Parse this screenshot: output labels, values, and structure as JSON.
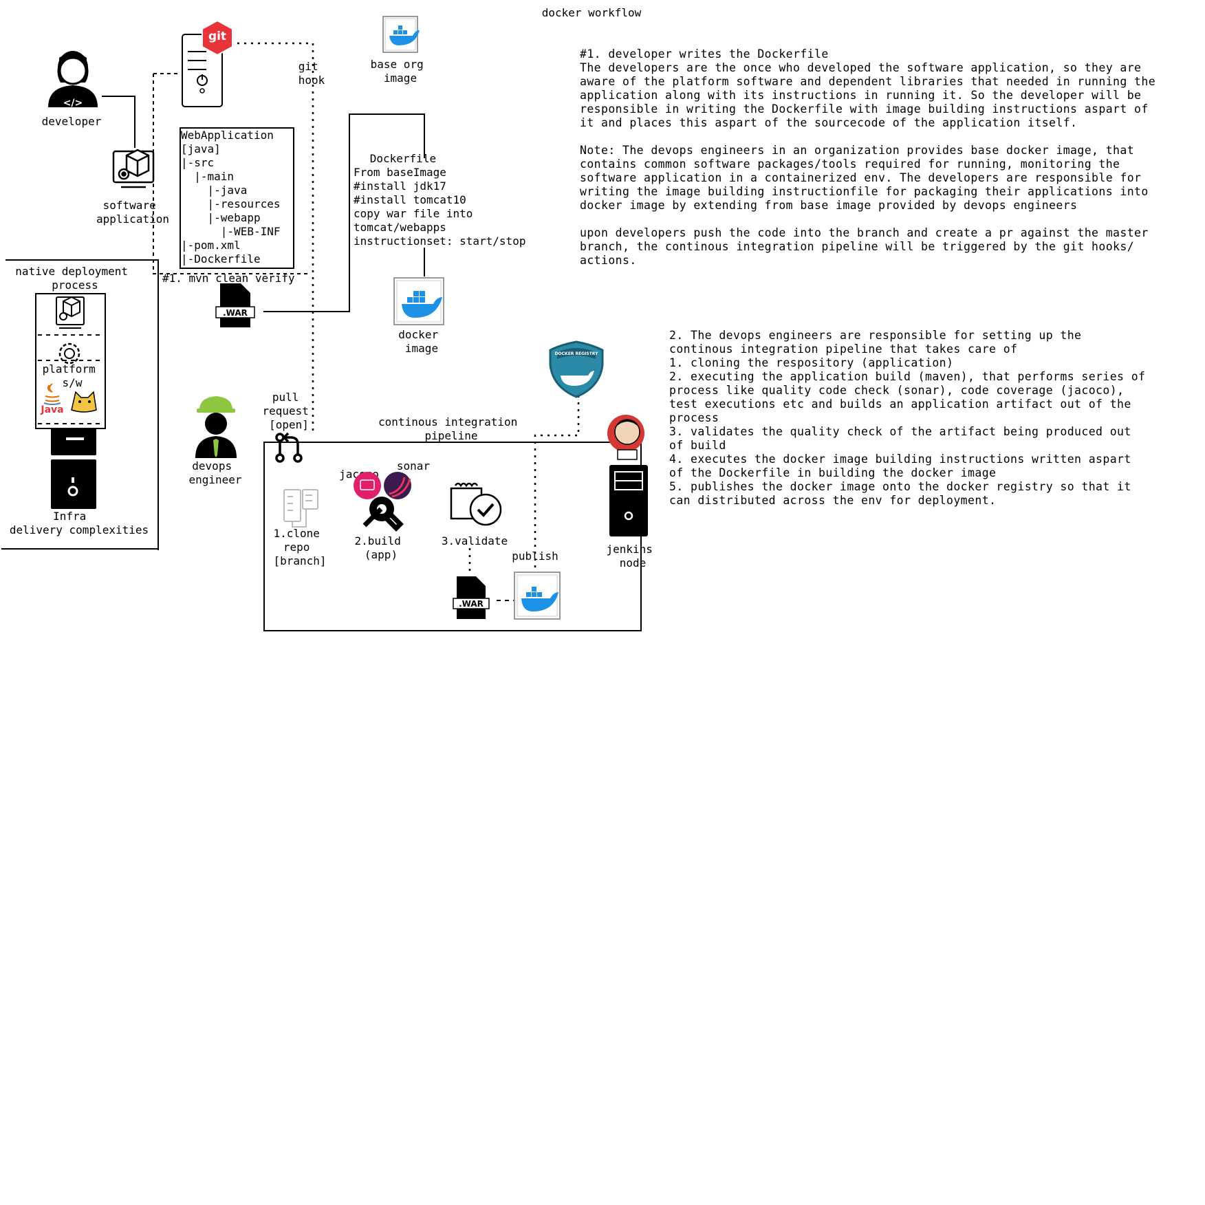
{
  "title": "docker workflow",
  "labels": {
    "developer": "developer",
    "software_application": [
      "software",
      "application"
    ],
    "git_hook": [
      "git",
      "hook"
    ],
    "base_org_image": [
      "base org",
      "image"
    ],
    "docker_image": [
      "docker",
      "image"
    ],
    "mvn_step": "#1. mvn clean verify",
    "native_deployment": [
      "native deployment",
      "process"
    ],
    "platform_sw": [
      "platform",
      "s/w"
    ],
    "infra": [
      "Infra",
      "delivery complexities"
    ],
    "devops_engineer": [
      "devops",
      "engineer"
    ],
    "pull_request": [
      "pull",
      "request",
      "[open]"
    ],
    "ci_pipeline": [
      "continous integration",
      "pipeline"
    ],
    "jacoco": "jacoco",
    "sonar": "sonar",
    "step_clone": [
      "1.clone",
      "repo",
      "[branch]"
    ],
    "step_build": [
      "2.build",
      "(app)"
    ],
    "step_validate": "3.validate",
    "publish": "publish",
    "jenkins_node": [
      "jenkins",
      "node"
    ],
    "war": ".WAR",
    "git_logo": "git",
    "java_logo": "Java",
    "docker_registry_logo": "DOCKER REGISTRY"
  },
  "project_tree": [
    "WebApplication",
    "[java]",
    "|-src",
    "  |-main",
    "    |-java",
    "    |-resources",
    "    |-webapp",
    "      |-WEB-INF",
    "|-pom.xml",
    "|-Dockerfile"
  ],
  "dockerfile": [
    "Dockerfile",
    "From baseImage",
    "#install jdk17",
    "#install tomcat10",
    "copy war file into",
    "tomcat/webapps",
    "instructionset: start/stop"
  ],
  "note1": [
    "#1. developer writes the Dockerfile",
    "The developers are the once who developed the software application, so they are",
    "aware of the platform software and dependent libraries that needed in running the",
    "application along with its instructions in running it. So the developer will be",
    "responsible in writing the Dockerfile with image building instructions aspart of",
    "it and places this aspart of the sourcecode of the application itself.",
    "",
    "Note: The devops engineers in an organization provides base docker image, that",
    "contains common software packages/tools required for running, monitoring the",
    "software application in a containerized env. The developers are responsible for",
    "writing the image building instructionfile for packaging their applications into",
    "docker image by extending from base image provided by devops engineers",
    "",
    "upon developers push the code into the branch and create a pr against the master",
    "branch, the continous integration pipeline will be triggered by the git hooks/",
    "actions."
  ],
  "note2": [
    "2. The devops engineers are responsible for setting up the",
    "continous integration pipeline that takes care of",
    "1. cloning the respository (application)",
    "2. executing the application build (maven), that performs series of",
    "process like quality code check (sonar), code coverage (jacoco),",
    "test executions etc and builds an application artifact out of the",
    "process",
    "3. validates the quality check of the artifact being produced out",
    "of build",
    "4. executes the docker image building instructions written aspart",
    "of the Dockerfile in building the docker image",
    "5. publishes the docker image onto the docker registry so that it",
    "can distributed across the env for deployment."
  ],
  "colors": {
    "docker_blue": "#1D91E6",
    "git_red": "#E8333A",
    "jacoco_pink": "#E0206C",
    "sonar_dark": "#3B1B4F",
    "devops_helmet": "#8DC63F",
    "registry_teal": "#2A8AA8"
  }
}
